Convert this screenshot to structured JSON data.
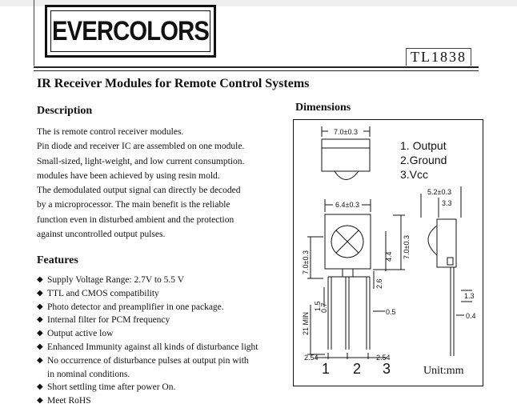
{
  "header": {
    "logo": "EVERCOLORS",
    "part_number": "TL1838",
    "title": "IR Receiver Modules for Remote Control Systems"
  },
  "description": {
    "heading": "Description",
    "lines": [
      "The                is remote control receiver modules.",
      "Pin diode and receiver IC are assembled on one module.",
      "Small-sized, light-weight, and low current consumption.",
      "modules have been achieved by using resin mold.",
      "The demodulated output signal can directly be decoded",
      "by a microprocessor. The main benefit is the reliable",
      "function even in disturbed ambient and the protection",
      "against uncontrolled output pulses."
    ]
  },
  "features": {
    "heading": "Features",
    "items": [
      [
        "Supply Voltage Range: 2.7V to 5.5 V"
      ],
      [
        "TTL and CMOS compatibility"
      ],
      [
        "Photo detector and preamplifier in one package."
      ],
      [
        "Internal filter for PCM frequency"
      ],
      [
        "Output active low"
      ],
      [
        "Enhanced Immunity against all kinds of disturbance light"
      ],
      [
        "No occurrence of disturbance pulses at output pin with",
        "in nominal conditions."
      ],
      [
        "Short settling time after power On."
      ],
      [
        "Meet RoHS"
      ]
    ]
  },
  "dimensions": {
    "heading": "Dimensions",
    "pins": [
      "1. Output",
      "2.Ground",
      "3.Vcc"
    ],
    "labels": {
      "top_width": "7.0±0.3",
      "front_width": "6.4±0.3",
      "side_width": "5.2±0.3",
      "side_inner": "3.3",
      "height_right": "7.0±0.3",
      "inner_44": "4.4",
      "body_left": "7.0±0.3",
      "d26": "2.6",
      "d15": "1.5",
      "d07": "0.7",
      "d05": "0.5",
      "d13": "1.3",
      "d04": "0.4",
      "lead_min": "21 MIN",
      "pitch_left": "2.54",
      "pitch_right": "2.54",
      "pin1": "1",
      "pin2": "2",
      "pin3": "3",
      "unit": "Unit:mm"
    }
  }
}
